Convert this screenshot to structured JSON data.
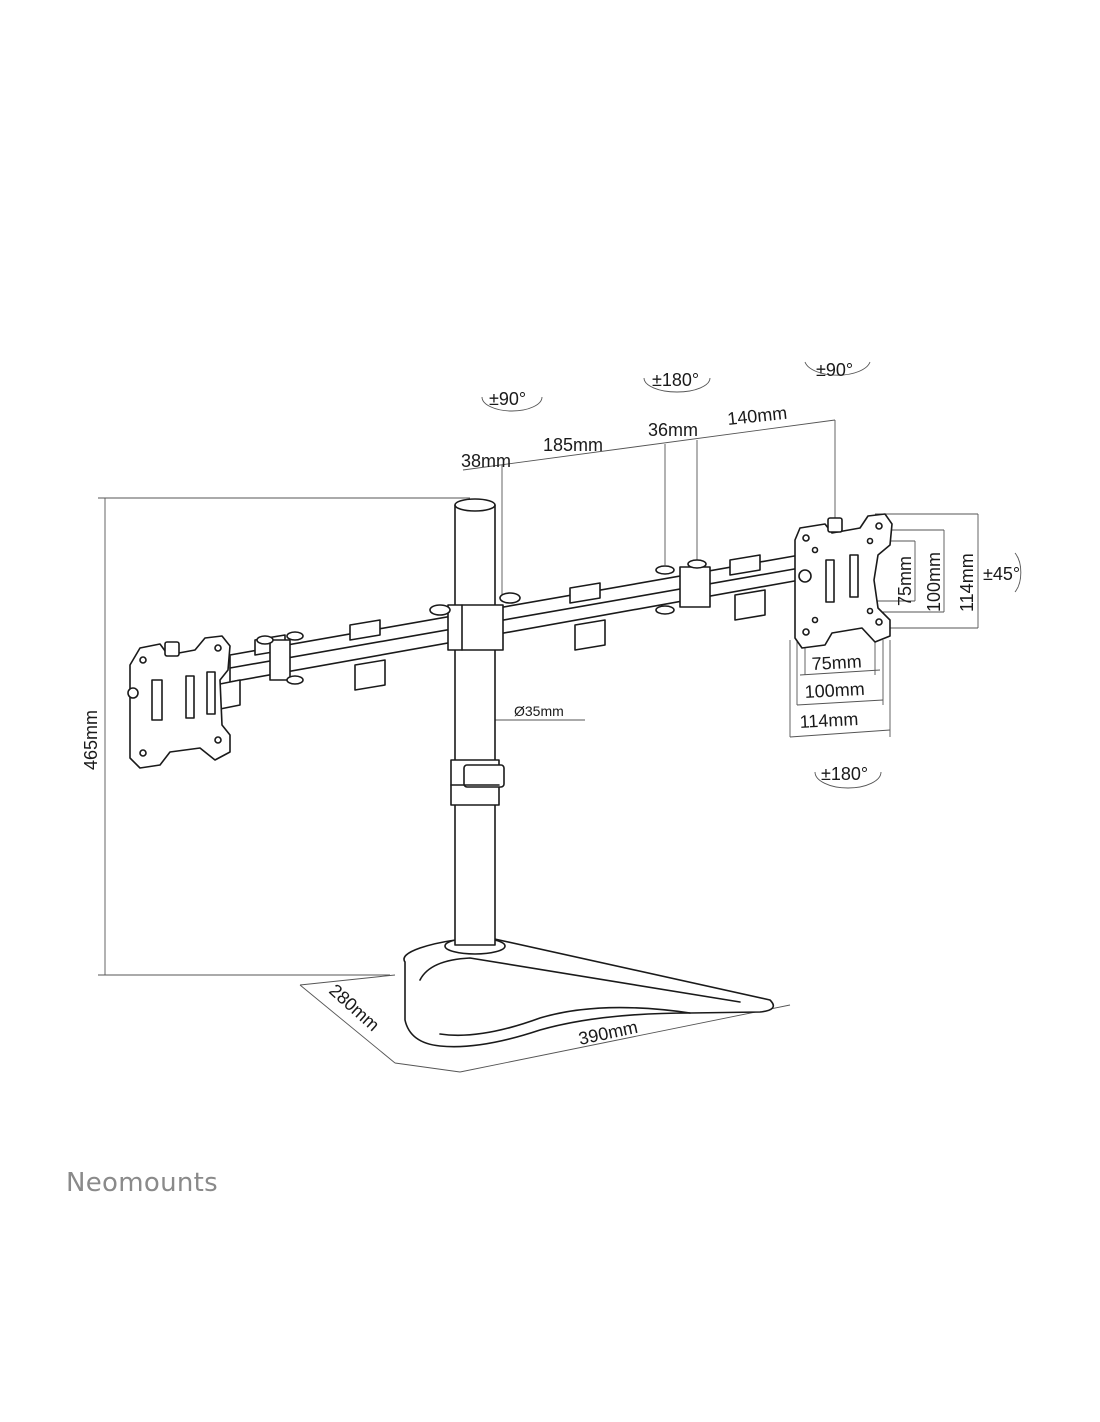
{
  "dimensions": {
    "d38": "38mm",
    "d185": "185mm",
    "d36": "36mm",
    "d140": "140mm",
    "height": "465mm",
    "pole": "Ø35mm",
    "depth": "280mm",
    "width": "390mm",
    "vesa_v75": "75mm",
    "vesa_v100": "100mm",
    "vesa_v114": "114mm",
    "vesa_h75": "75mm",
    "vesa_h100": "100mm",
    "vesa_h114": "114mm"
  },
  "rotations": {
    "arm_left": "±90°",
    "arm_mid": "±180°",
    "arm_right": "±90°",
    "tilt": "±45°",
    "swivel": "±180°"
  },
  "brand": "Neomounts"
}
